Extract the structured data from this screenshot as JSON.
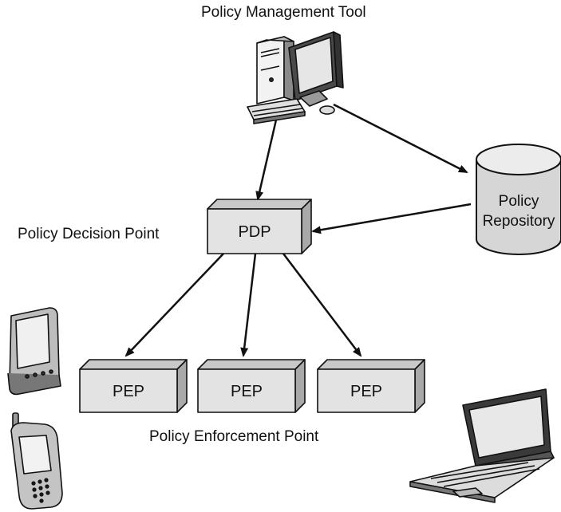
{
  "labels": {
    "policy_management_tool": "Policy Management Tool",
    "policy_decision_point": "Policy Decision Point",
    "policy_enforcement_point": "Policy Enforcement Point"
  },
  "nodes": {
    "pdp": "PDP",
    "pep": [
      "PEP",
      "PEP",
      "PEP"
    ],
    "repository": [
      "Policy",
      "Repository"
    ]
  },
  "colors": {
    "box_face": "#e3e3e3",
    "box_top": "#c8c8c8",
    "box_side": "#a9a9a9",
    "line": "#111111"
  },
  "icons": [
    "desktop-computer-icon",
    "database-cylinder-icon",
    "pda-icon",
    "mobile-phone-icon",
    "laptop-icon"
  ]
}
